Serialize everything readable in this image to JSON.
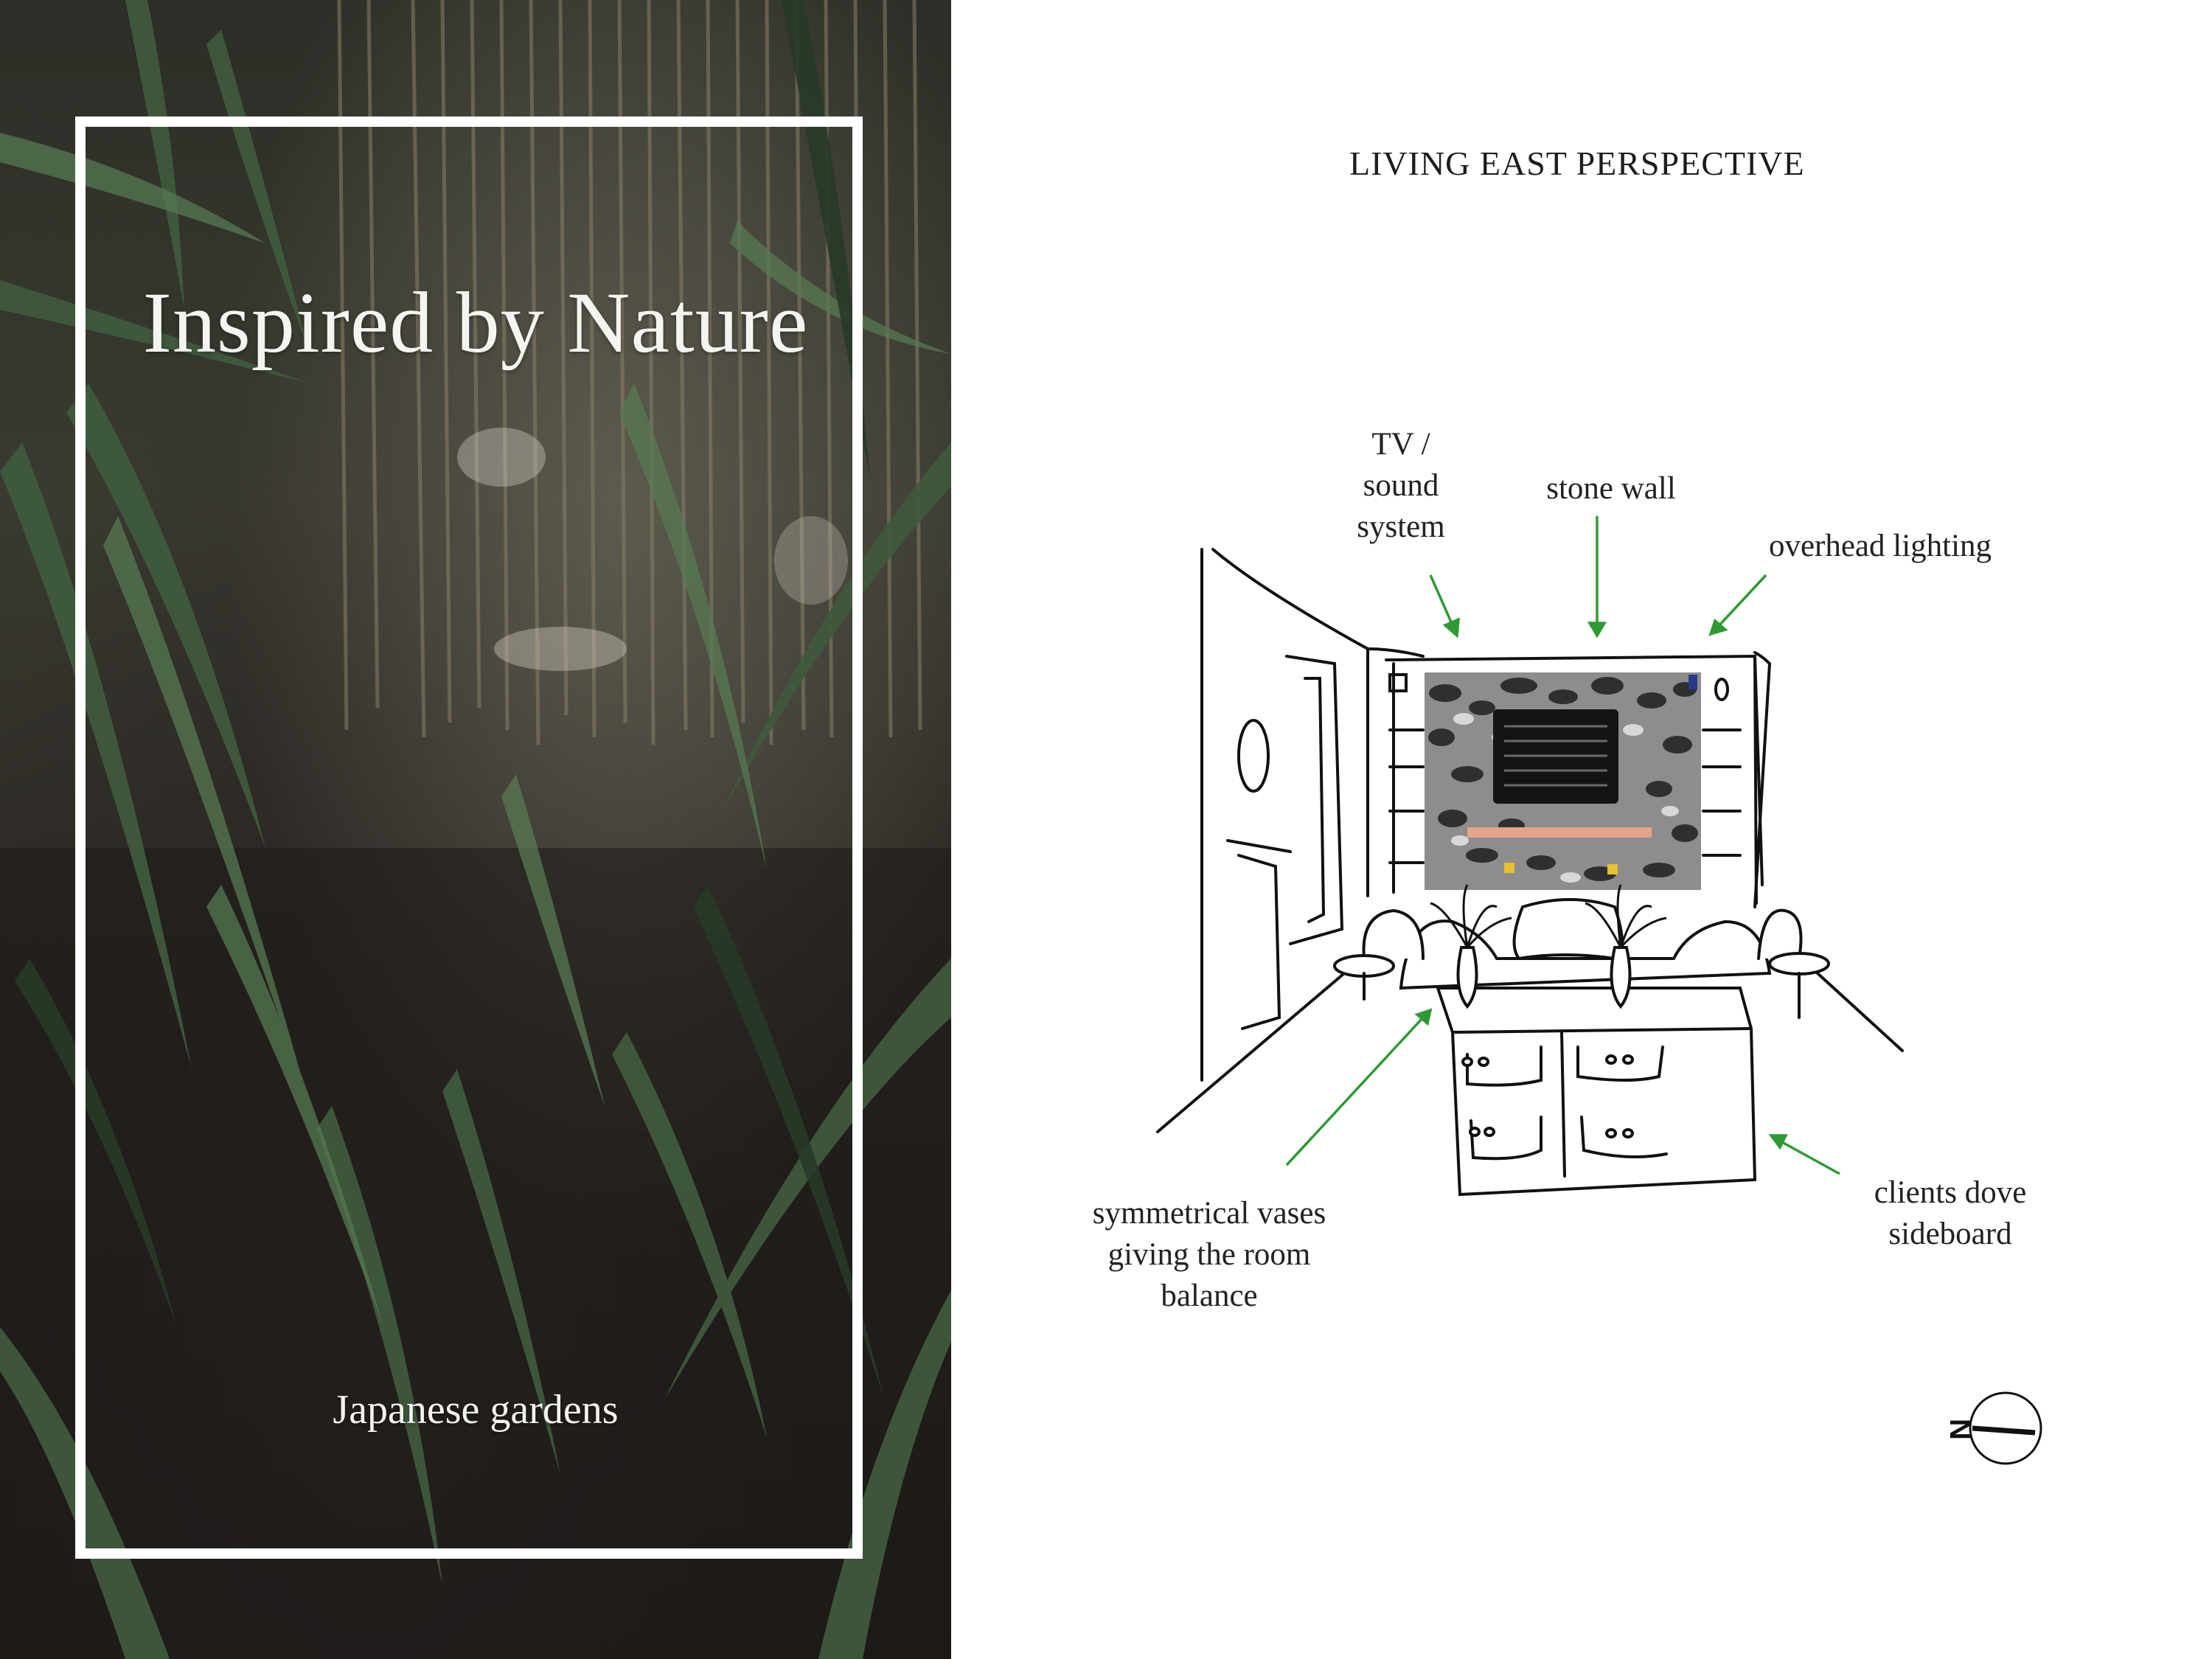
{
  "cover": {
    "title": "Inspired by Nature",
    "subtitle": "Japanese gardens",
    "frame_color": "#ffffff",
    "background": "bamboo-foliage-photo"
  },
  "sketch_page": {
    "title": "LIVING EAST PERSPECTIVE",
    "annotation_color": "#2e9a34",
    "labels": {
      "tv": "TV /\nsound\nsystem",
      "stone_wall": "stone wall",
      "overhead_lighting": "overhead lighting",
      "vases": "symmetrical vases\ngiving the room\nbalance",
      "sideboard": "clients dove\nsideboard"
    },
    "north_marker": "N",
    "north_icon": "compass-north-icon"
  }
}
